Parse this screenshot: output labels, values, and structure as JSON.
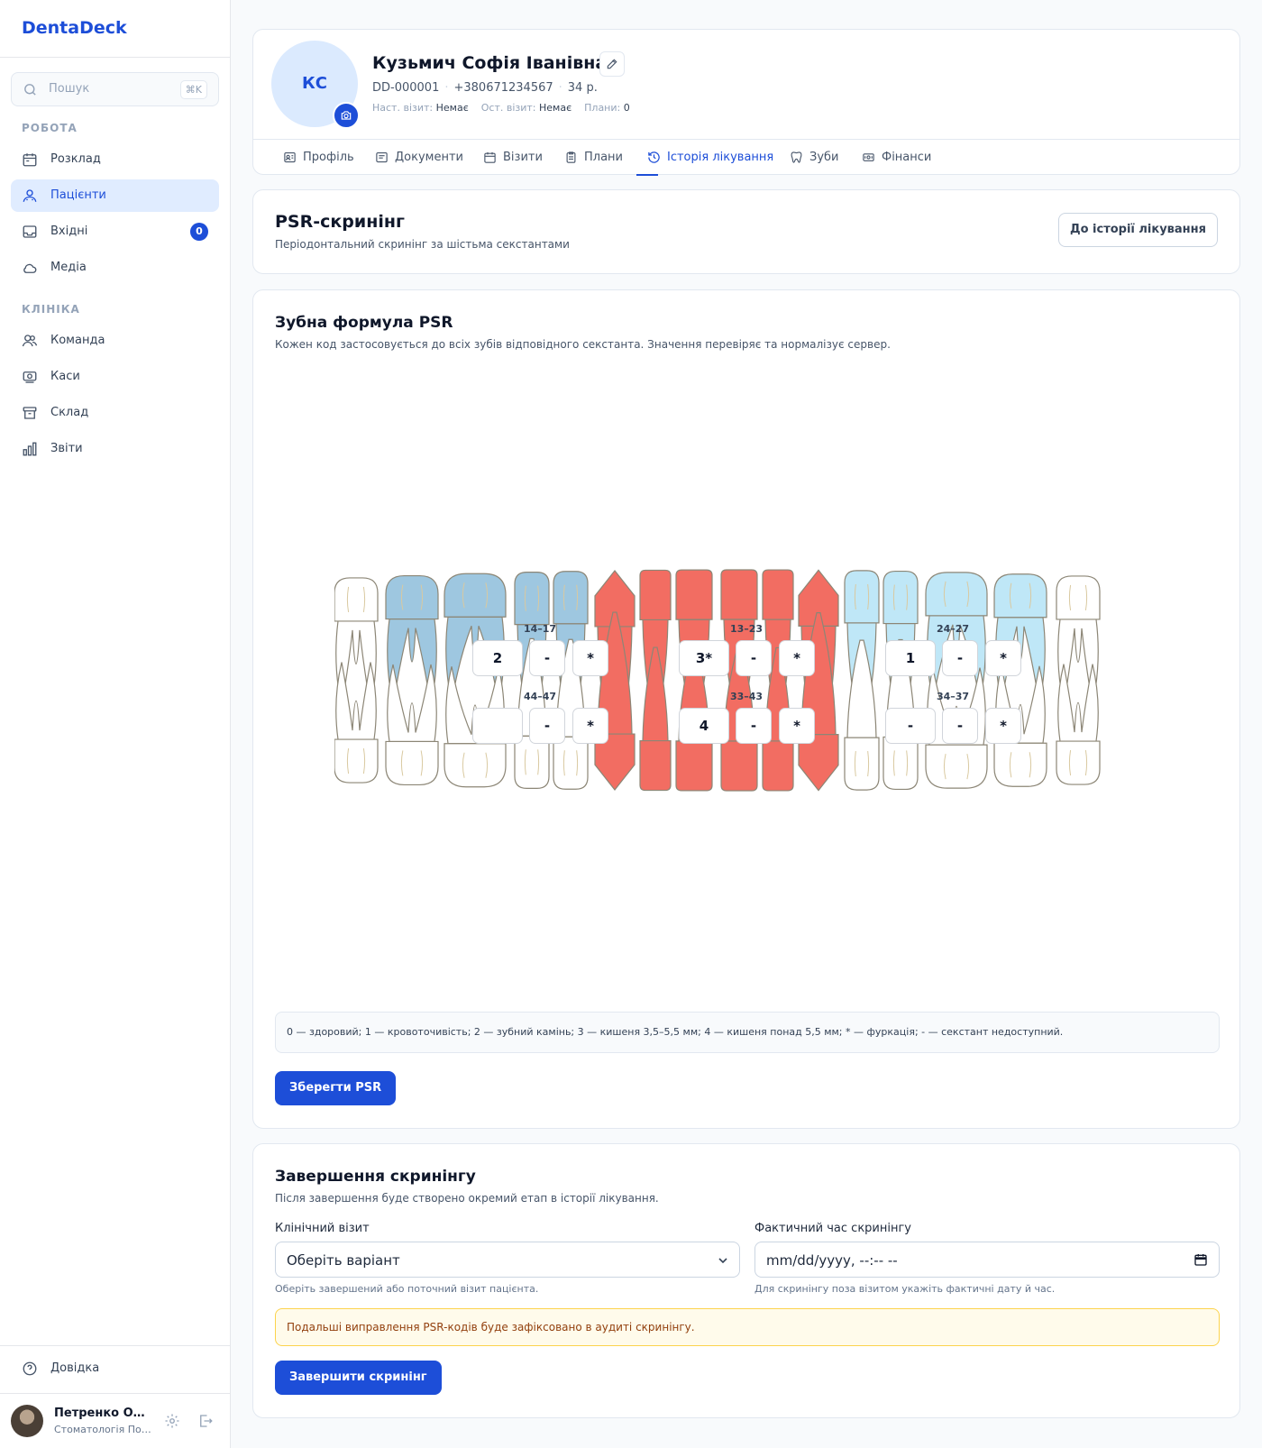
{
  "app": {
    "brand": "DentaDeck"
  },
  "search": {
    "placeholder": "Пошук",
    "shortcut": "⌘K"
  },
  "sidebar": {
    "section_work": "РОБОТА",
    "section_clinic": "КЛІНІКА",
    "work_items": [
      {
        "label": "Розклад",
        "icon": "calendar-icon"
      },
      {
        "label": "Пацієнти",
        "icon": "patients-icon",
        "active": true
      },
      {
        "label": "Вхідні",
        "icon": "inbox-icon",
        "badge": "0"
      },
      {
        "label": "Медіа",
        "icon": "cloud-icon"
      }
    ],
    "clinic_items": [
      {
        "label": "Команда",
        "icon": "team-icon"
      },
      {
        "label": "Каси",
        "icon": "cash-register-icon"
      },
      {
        "label": "Склад",
        "icon": "warehouse-icon"
      },
      {
        "label": "Звіти",
        "icon": "reports-icon"
      }
    ],
    "help": "Довідка",
    "user": {
      "name": "Петренко Олександр",
      "role": "Стоматологія Поділля"
    }
  },
  "patient": {
    "initials": "КС",
    "name": "Кузьмич Софія Іванівна",
    "id": "DD-000001",
    "phone": "+380671234567",
    "age": "34 р.",
    "next_visit_label": "Наст. візит:",
    "next_visit_value": "Немає",
    "last_visit_label": "Ост. візит:",
    "last_visit_value": "Немає",
    "plans_label": "Плани:",
    "plans_value": "0"
  },
  "tabs": [
    {
      "label": "Профіль",
      "icon": "profile-card-icon"
    },
    {
      "label": "Документи",
      "icon": "documents-icon"
    },
    {
      "label": "Візити",
      "icon": "visits-calendar-icon"
    },
    {
      "label": "Плани",
      "icon": "clipboard-icon"
    },
    {
      "label": "Історія лікування",
      "icon": "history-icon",
      "active": true
    },
    {
      "label": "Зуби",
      "icon": "tooth-icon"
    },
    {
      "label": "Фінанси",
      "icon": "finance-icon"
    }
  ],
  "psr_header": {
    "title": "PSR-скринінг",
    "subtitle": "Періодонтальний скринінг за шістьма секстантами",
    "back_button": "До історії лікування"
  },
  "formula": {
    "title": "Зубна формула PSR",
    "subtitle": "Кожен код застосовується до всіх зубів відповідного секстанта. Значення перевіряє та нормалізує сервер.",
    "sextants": [
      {
        "label": "14–17",
        "code": "2",
        "b": "-",
        "c": "*"
      },
      {
        "label": "13–23",
        "code": "3*",
        "b": "-",
        "c": "*"
      },
      {
        "label": "24–27",
        "code": "1",
        "b": "-",
        "c": "*"
      },
      {
        "label": "44–47",
        "code": "",
        "b": "-",
        "c": "*"
      },
      {
        "label": "33–43",
        "code": "4",
        "b": "-",
        "c": "*"
      },
      {
        "label": "34–37",
        "code": "-",
        "b": "-",
        "c": "*"
      }
    ],
    "colors": {
      "code_1": "#bfe7f7",
      "code_2_3": "#9ec7e0",
      "code_3_4": "#f26d62",
      "none": "#ffffff",
      "outline": "#8c8676"
    },
    "legend": "0 — здоровий; 1 — кровоточивість; 2 — зубний камінь; 3 — кишеня 3,5–5,5 мм; 4 — кишеня понад 5,5 мм; * — фуркація; - — секстант недоступний.",
    "save_button": "Зберегти PSR"
  },
  "completion": {
    "title": "Завершення скринінгу",
    "subtitle": "Після завершення буде створено окремий етап в історії лікування.",
    "visit_label": "Клінічний візит",
    "visit_value": "Оберіть варіант",
    "visit_hint": "Оберіть завершений або поточний візит пацієнта.",
    "time_label": "Фактичний час скринінгу",
    "time_value": "mm/dd/yyyy, --:-- --",
    "time_hint": "Для скринінгу поза візитом укажіть фактичні дату й час.",
    "warning": "Подальші виправлення PSR-кодів буде зафіксовано в аудиті скринінгу.",
    "submit_button": "Завершити скринінг"
  }
}
